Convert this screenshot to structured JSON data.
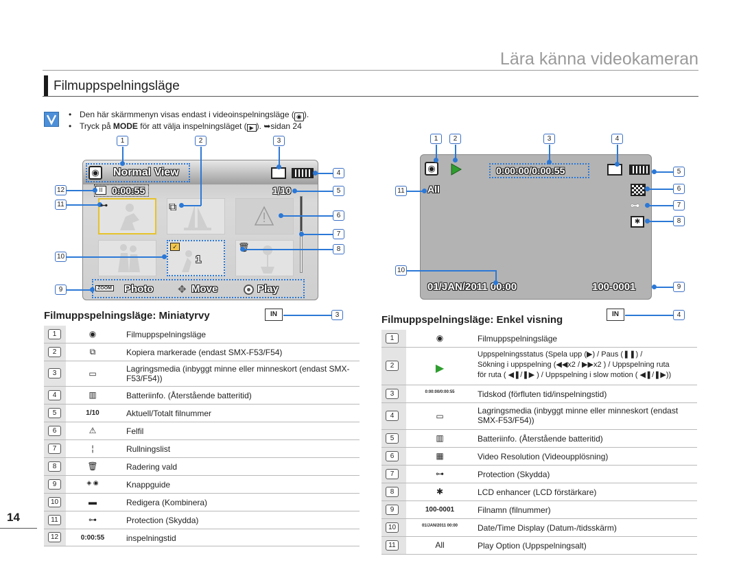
{
  "header": {
    "title": "Lära känna videokameran"
  },
  "section": {
    "title": "Filmuppspelningsläge"
  },
  "notes": [
    {
      "pre": "Den här skärmmenyn visas endast i videoinspelningsläge (",
      "post": ")."
    },
    {
      "pre": "Tryck på ",
      "bold": "MODE",
      "mid": " för att välja inspelningsläget (",
      "post": "). ➥sidan 24"
    }
  ],
  "left_screen": {
    "mode_label": "Normal View",
    "rec_time": "0:00:55",
    "counter": "1/10",
    "thumb_count": "1",
    "buttons": {
      "zoom": "ZOOM",
      "photo": "Photo",
      "move": "Move",
      "play": "Play"
    }
  },
  "right_screen": {
    "timecode": "0:00:00/0:00:55",
    "datetime": "01/JAN/2011 00:00",
    "filename": "100-0001"
  },
  "left_callouts": [
    "1",
    "2",
    "3",
    "4",
    "5",
    "6",
    "7",
    "8",
    "9",
    "10",
    "11",
    "12"
  ],
  "right_callouts": [
    "1",
    "2",
    "3",
    "4",
    "5",
    "6",
    "7",
    "8",
    "9",
    "10",
    "11"
  ],
  "left_table": {
    "title": "Filmuppspelningsläge: Miniatyrvy",
    "badge": "IN",
    "badge_num": "3",
    "rows": [
      {
        "num": "1",
        "icon": "playback-mode-icon",
        "text": "Filmuppspelningsläge"
      },
      {
        "num": "2",
        "icon": "copy-icon",
        "text": "Kopiera markerade (endast SMX-F53/F54)"
      },
      {
        "num": "3",
        "icon": "memory-card-icon",
        "text": "Lagringsmedia (inbyggt minne eller minneskort (endast SMX-F53/F54))"
      },
      {
        "num": "4",
        "icon": "battery-icon",
        "text": "Batteriinfo. (Återstående batteritid)"
      },
      {
        "num": "5",
        "icon_text": "1/10",
        "text": "Aktuell/Totalt filnummer"
      },
      {
        "num": "6",
        "icon": "error-icon",
        "text": "Felfil"
      },
      {
        "num": "7",
        "icon": "scrollbar-icon",
        "text": "Rullningslist"
      },
      {
        "num": "8",
        "icon": "trash-icon",
        "text": "Radering vald"
      },
      {
        "num": "9",
        "icon": "button-guide-icon",
        "text": "Knappguide"
      },
      {
        "num": "10",
        "icon": "combine-icon",
        "text": "Redigera (Kombinera)"
      },
      {
        "num": "11",
        "icon": "protect-key-icon",
        "text": "Protection (Skydda)"
      },
      {
        "num": "12",
        "icon_text": "0:00:55",
        "text": "inspelningstid"
      }
    ]
  },
  "right_table": {
    "title": "Filmuppspelningsläge: Enkel visning",
    "badge": "IN",
    "badge_num": "4",
    "rows": [
      {
        "num": "1",
        "icon": "playback-mode-icon",
        "text": "Filmuppspelningsläge"
      },
      {
        "num": "2",
        "icon": "play-icon",
        "lines": [
          "Uppspelningsstatus (Spela upp (▶) / Paus (❚❚) /",
          "Sökning i uppspelning (◀◀x2 / ▶▶x2 ) / Uppspelning ruta",
          "för ruta ( ◀❚/❚▶ ) / Uppspelning i slow motion ( ◀❚/❚▶))"
        ]
      },
      {
        "num": "3",
        "icon_text": "0:00:00/0:00:55",
        "text": "Tidskod (förfluten tid/inspelningstid)"
      },
      {
        "num": "4",
        "icon": "memory-card-icon",
        "text": "Lagringsmedia (inbyggt minne eller minneskort (endast SMX-F53/F54))"
      },
      {
        "num": "5",
        "icon": "battery-icon",
        "text": "Batteriinfo. (Återstående batteritid)"
      },
      {
        "num": "6",
        "icon": "resolution-icon",
        "text": "Video Resolution (Videoupplösning)"
      },
      {
        "num": "7",
        "icon": "protect-key-icon",
        "text": "Protection (Skydda)"
      },
      {
        "num": "8",
        "icon": "lcd-enhancer-icon",
        "text": "LCD enhancer (LCD förstärkare)"
      },
      {
        "num": "9",
        "icon_text": "100-0001",
        "text": "Filnamn (filnummer)"
      },
      {
        "num": "10",
        "icon_text": "01/JAN/2011 00:00",
        "text": "Date/Time Display (Datum-/tidsskärm)"
      },
      {
        "num": "11",
        "icon": "play-option-all-icon",
        "text": "Play Option (Uppspelningsalt)"
      }
    ]
  },
  "page_number": "14",
  "colors": {
    "accent_blue": "#2b78d6",
    "selection_yellow": "#e6c229",
    "play_green": "#2f9d2f"
  }
}
